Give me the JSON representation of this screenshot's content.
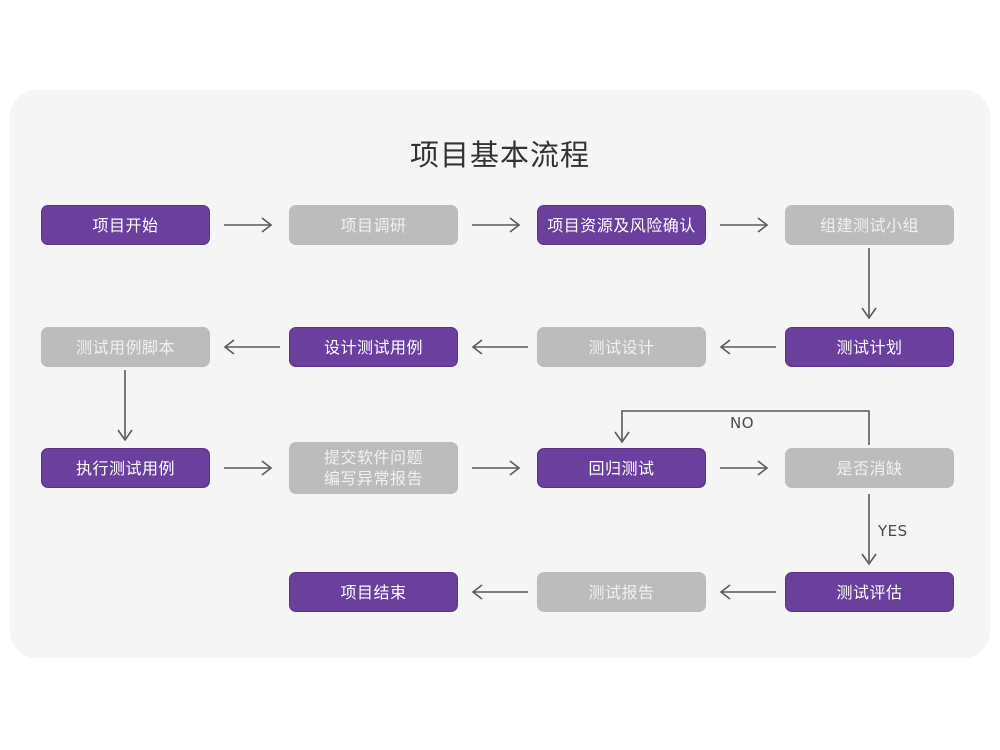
{
  "title": "项目基本流程",
  "colors": {
    "purple": "#6b3f9e",
    "gray": "#bcbcbc",
    "panel": "#f5f5f5",
    "connector": "#5a5a5a",
    "title_text": "#333333"
  },
  "nodes": [
    {
      "id": "project-start",
      "label": "项目开始",
      "style": "purple",
      "row": 1,
      "col": 1
    },
    {
      "id": "project-research",
      "label": "项目调研",
      "style": "gray",
      "row": 1,
      "col": 2
    },
    {
      "id": "resource-risk",
      "label": "项目资源及风险确认",
      "style": "purple",
      "row": 1,
      "col": 3
    },
    {
      "id": "build-test-team",
      "label": "组建测试小组",
      "style": "gray",
      "row": 1,
      "col": 4
    },
    {
      "id": "testcase-script",
      "label": "测试用例脚本",
      "style": "gray",
      "row": 2,
      "col": 1
    },
    {
      "id": "design-testcase",
      "label": "设计测试用例",
      "style": "purple",
      "row": 2,
      "col": 2
    },
    {
      "id": "test-design",
      "label": "测试设计",
      "style": "gray",
      "row": 2,
      "col": 3
    },
    {
      "id": "test-plan",
      "label": "测试计划",
      "style": "purple",
      "row": 2,
      "col": 4
    },
    {
      "id": "execute-testcase",
      "label": "执行测试用例",
      "style": "purple",
      "row": 3,
      "col": 1
    },
    {
      "id": "submit-defect",
      "label": "提交软件问题",
      "label2": "编写异常报告",
      "style": "gray",
      "row": 3,
      "col": 2
    },
    {
      "id": "regression-test",
      "label": "回归测试",
      "style": "purple",
      "row": 3,
      "col": 3
    },
    {
      "id": "defect-cleared",
      "label": "是否消缺",
      "style": "gray",
      "row": 3,
      "col": 4
    },
    {
      "id": "project-end",
      "label": "项目结束",
      "style": "purple",
      "row": 4,
      "col": 2
    },
    {
      "id": "test-report",
      "label": "测试报告",
      "style": "gray",
      "row": 4,
      "col": 3
    },
    {
      "id": "test-evaluation",
      "label": "测试评估",
      "style": "purple",
      "row": 4,
      "col": 4
    }
  ],
  "edges": [
    {
      "id": "e1",
      "from": "project-start",
      "to": "project-research",
      "direction": "right",
      "label": ""
    },
    {
      "id": "e2",
      "from": "project-research",
      "to": "resource-risk",
      "direction": "right",
      "label": ""
    },
    {
      "id": "e3",
      "from": "resource-risk",
      "to": "build-test-team",
      "direction": "right",
      "label": ""
    },
    {
      "id": "e4",
      "from": "build-test-team",
      "to": "test-plan",
      "direction": "down",
      "label": ""
    },
    {
      "id": "e5",
      "from": "test-plan",
      "to": "test-design",
      "direction": "left",
      "label": ""
    },
    {
      "id": "e6",
      "from": "test-design",
      "to": "design-testcase",
      "direction": "left",
      "label": ""
    },
    {
      "id": "e7",
      "from": "design-testcase",
      "to": "testcase-script",
      "direction": "left",
      "label": ""
    },
    {
      "id": "e8",
      "from": "testcase-script",
      "to": "execute-testcase",
      "direction": "down",
      "label": ""
    },
    {
      "id": "e9",
      "from": "execute-testcase",
      "to": "submit-defect",
      "direction": "right",
      "label": ""
    },
    {
      "id": "e10",
      "from": "submit-defect",
      "to": "regression-test",
      "direction": "right",
      "label": ""
    },
    {
      "id": "e11",
      "from": "regression-test",
      "to": "defect-cleared",
      "direction": "right",
      "label": ""
    },
    {
      "id": "e12",
      "from": "defect-cleared",
      "to": "regression-test",
      "direction": "loop-up",
      "label": "NO"
    },
    {
      "id": "e13",
      "from": "defect-cleared",
      "to": "test-evaluation",
      "direction": "down",
      "label": "YES"
    },
    {
      "id": "e14",
      "from": "test-evaluation",
      "to": "test-report",
      "direction": "left",
      "label": ""
    },
    {
      "id": "e15",
      "from": "test-report",
      "to": "project-end",
      "direction": "left",
      "label": ""
    }
  ],
  "edge_labels": {
    "no": "NO",
    "yes": "YES"
  }
}
